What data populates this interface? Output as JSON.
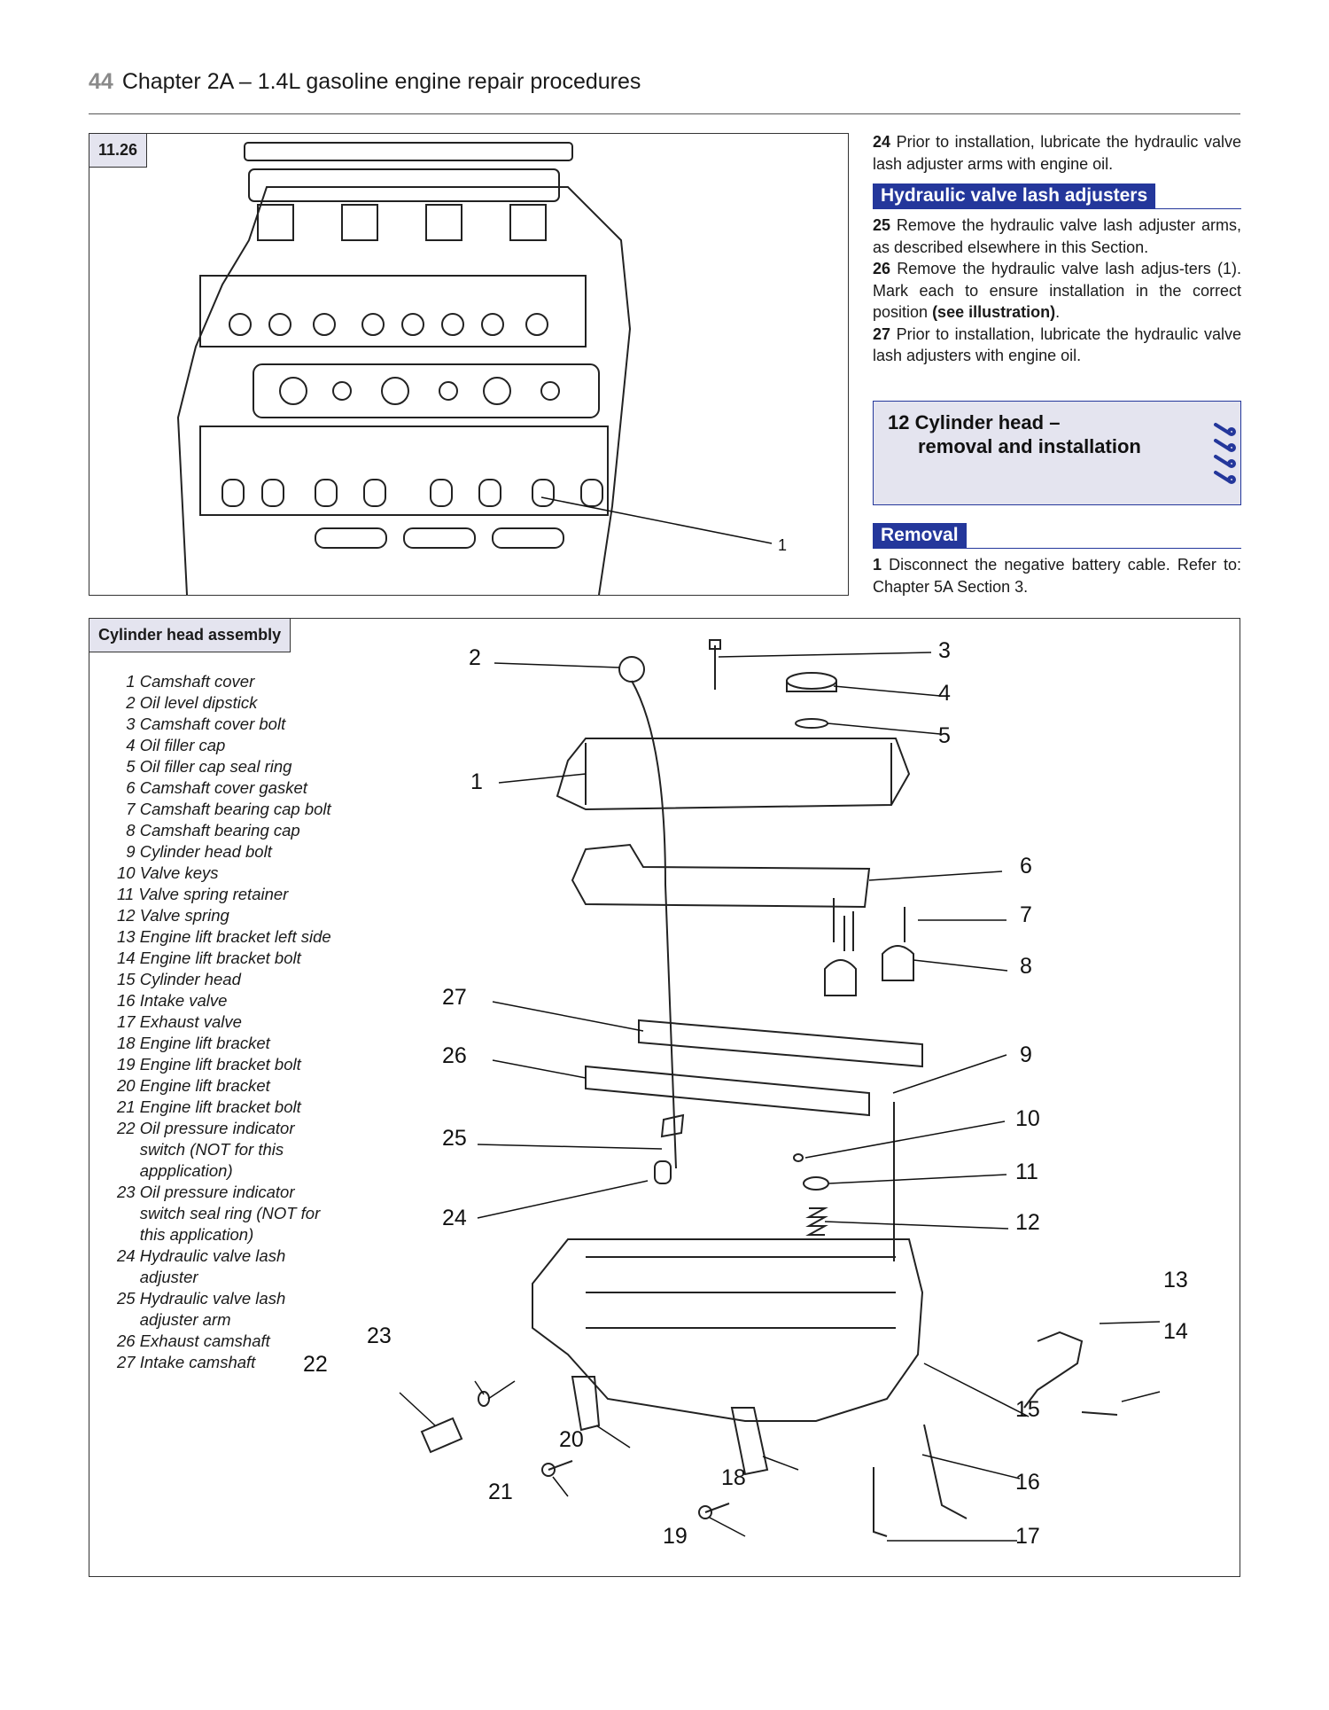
{
  "header": {
    "page_number": "44",
    "title": "Chapter 2A – 1.4L gasoline engine repair procedures"
  },
  "figure_1": {
    "label": "11.26",
    "callout": "1"
  },
  "text_top": {
    "p24_num": "24",
    "p24": "Prior to installation, lubricate the hydraulic valve lash adjuster arms with engine oil.",
    "heading": "Hydraulic valve lash adjusters",
    "p25_num": "25",
    "p25": "Remove the hydraulic valve lash adjuster arms, as described elsewhere in this Section.",
    "p26_num": "26",
    "p26_a": "Remove the hydraulic valve lash adjus-ters (1). Mark each to ensure installation in the correct position",
    "p26_b": "(see illustration)",
    "p26_c": ".",
    "p27_num": "27",
    "p27": "Prior to installation, lubricate the hydraulic valve lash adjusters with engine oil."
  },
  "section": {
    "number": "12",
    "title_line1": "Cylinder head –",
    "title_line2": "removal and installation"
  },
  "removal": {
    "heading": "Removal",
    "p1_num": "1",
    "p1": "Disconnect the negative battery cable. Refer to: Chapter 5A Section 3."
  },
  "figure_2": {
    "title": "Cylinder head assembly",
    "legend": [
      "  1 Camshaft cover",
      "  2 Oil level dipstick",
      "  3 Camshaft cover bolt",
      "  4 Oil filler cap",
      "  5 Oil filler cap seal ring",
      "  6 Camshaft cover gasket",
      "  7 Camshaft bearing cap bolt",
      "  8 Camshaft bearing cap",
      "  9 Cylinder head bolt",
      "10 Valve keys",
      "11 Valve spring retainer",
      "12 Valve spring",
      "13 Engine lift bracket left side",
      "14 Engine lift bracket bolt",
      "15 Cylinder head",
      "16 Intake valve",
      "17 Exhaust valve",
      "18 Engine lift bracket",
      "19 Engine lift bracket bolt",
      "20 Engine lift bracket",
      "21 Engine lift bracket bolt",
      "22 Oil pressure indicator",
      "     switch (NOT for this",
      "     appplication)",
      "23 Oil pressure indicator",
      "     switch seal ring (NOT for",
      "     this application)",
      "24 Hydraulic valve lash",
      "     adjuster",
      "25 Hydraulic valve lash",
      "     adjuster arm",
      "26 Exhaust camshaft",
      "27 Intake camshaft"
    ],
    "callouts": [
      "1",
      "2",
      "3",
      "4",
      "5",
      "6",
      "7",
      "8",
      "9",
      "10",
      "11",
      "12",
      "13",
      "14",
      "15",
      "16",
      "17",
      "18",
      "19",
      "20",
      "21",
      "22",
      "23",
      "24",
      "25",
      "26",
      "27"
    ]
  }
}
